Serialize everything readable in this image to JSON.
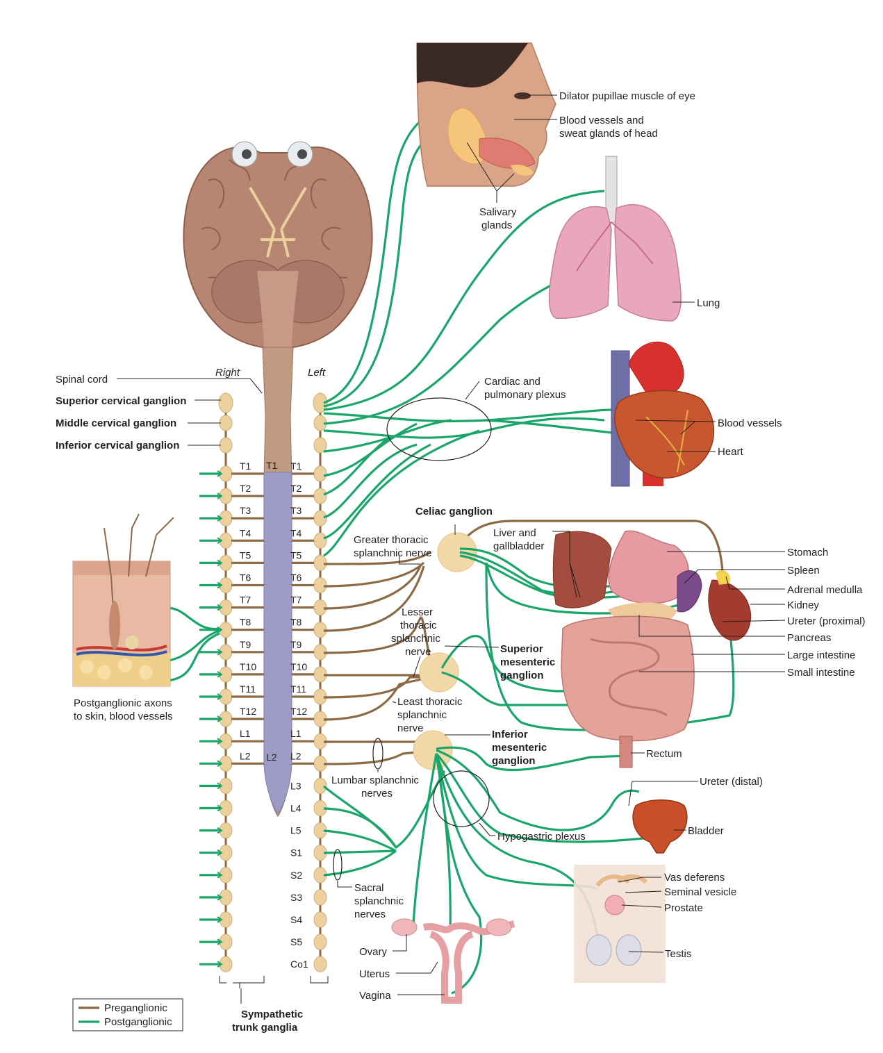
{
  "side_labels": {
    "right": "Right",
    "left": "Left"
  },
  "spinal_cord_label": "Spinal cord",
  "cervical_ganglia": [
    "Superior cervical ganglion",
    "Middle cervical ganglion",
    "Inferior cervical ganglion"
  ],
  "cord_segments": [
    "T1",
    "L2"
  ],
  "segments": [
    "T1",
    "T2",
    "T3",
    "T4",
    "T5",
    "T6",
    "T7",
    "T8",
    "T9",
    "T10",
    "T11",
    "T12",
    "L1",
    "L2",
    "L3",
    "L4",
    "L5",
    "S1",
    "S2",
    "S3",
    "S4",
    "S5",
    "Co1"
  ],
  "ganglia_labels": {
    "celiac": "Celiac ganglion",
    "superior_mesenteric": [
      "Superior",
      "mesenteric",
      "ganglion"
    ],
    "inferior_mesenteric": [
      "Inferior",
      "mesenteric",
      "ganglion"
    ]
  },
  "nerve_labels": {
    "greater": [
      "Greater thoracic",
      "splanchnic nerve"
    ],
    "lesser": [
      "Lesser",
      "thoracic",
      "splanchnic",
      "nerve"
    ],
    "least": [
      "Least thoracic",
      "splanchnic",
      "nerve"
    ],
    "lumbar": [
      "Lumbar splanchnic",
      "nerves"
    ],
    "sacral": [
      "Sacral",
      "splanchnic",
      "nerves"
    ],
    "cardiac": [
      "Cardiac and",
      "pulmonary plexus"
    ],
    "hypogastric": "Hypogastric plexus"
  },
  "skin_label": [
    "Postganglionic axons",
    "to skin, blood vessels"
  ],
  "head_labels": {
    "eye": "Dilator pupillae muscle of eye",
    "vessels": [
      "Blood vessels and",
      "sweat glands of head"
    ],
    "salivary": [
      "Salivary",
      "glands"
    ]
  },
  "organ_labels": {
    "lung": "Lung",
    "blood_vessels": "Blood vessels",
    "heart": "Heart",
    "liver": [
      "Liver and",
      "gallbladder"
    ],
    "stomach": "Stomach",
    "spleen": "Spleen",
    "adrenal": "Adrenal medulla",
    "kidney": "Kidney",
    "ureter_prox": "Ureter (proximal)",
    "pancreas": "Pancreas",
    "large_int": "Large intestine",
    "small_int": "Small intestine",
    "rectum": "Rectum",
    "ureter_dist": "Ureter (distal)",
    "bladder": "Bladder",
    "vas": "Vas deferens",
    "seminal": "Seminal vesicle",
    "prostate": "Prostate",
    "testis": "Testis",
    "ovary": "Ovary",
    "uterus": "Uterus",
    "vagina": "Vagina"
  },
  "trunk_label": [
    "Sympathetic",
    "trunk ganglia"
  ],
  "legend": {
    "pre": "Preganglionic",
    "post": "Postganglionic"
  },
  "colors": {
    "pre": "#8b6a45",
    "post": "#1aa66b",
    "ganglion": "#ecd19e",
    "cord": "#9c9cc4"
  }
}
